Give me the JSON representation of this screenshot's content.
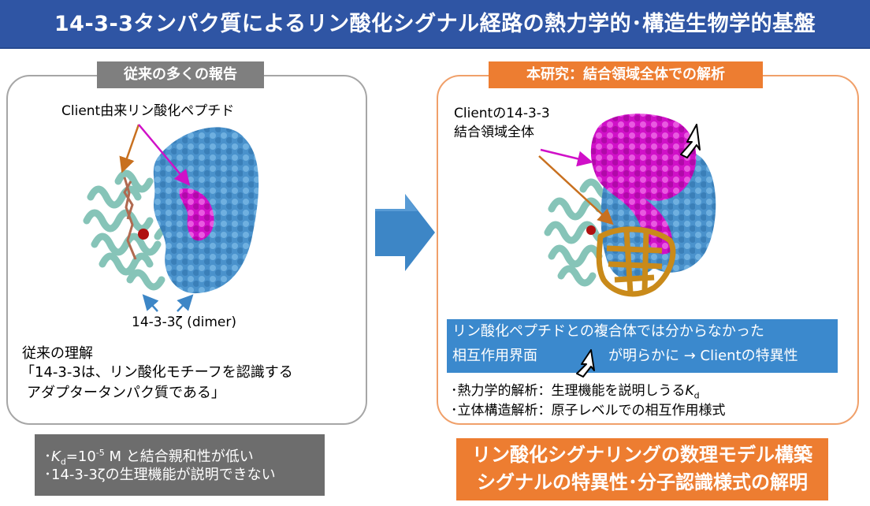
{
  "title": "14-3-3タンパク質によるリン酸化シグナル経路の熱力学的･構造生物学的基盤",
  "left_panel": {
    "tag": "従来の多くの報告",
    "peptide_label": "Client由来リン酸化ペプチド",
    "dimer_label": "14-3-3ζ (dimer)",
    "understanding_heading": "従来の理解",
    "understanding_line1": "「14-3-3は、リン酸化モチーフを認識する",
    "understanding_line2": "アダプタータンパク質である」"
  },
  "right_panel": {
    "tag": "本研究：結合領域全体での解析",
    "client_label_line1": "Clientの14-3-3",
    "client_label_line2": "結合領域全体",
    "blue_line1": "リン酸化ペプチドとの複合体では分からなかった",
    "blue_line2_a": "相互作用界面",
    "blue_line2_b": "が明らかに → Clientの特異性",
    "bullet1_prefix": "･熱力学的解析：生理機能を説明しうる",
    "bullet1_k": "K",
    "bullet1_sub": "d",
    "bullet2": "･立体構造解析：原子レベルでの相互作用様式"
  },
  "bottom_left": {
    "line1_dot": "･",
    "line1_k": "K",
    "line1_sub": "d",
    "line1_eq": "=10",
    "line1_sup": "-5",
    "line1_rest": " M と結合親和性が低い",
    "line2": "･14-3-3ζの生理機能が説明できない"
  },
  "bottom_right": {
    "line1": "リン酸化シグナリングの数理モデル構築",
    "line2": "シグナルの特異性･分子認識様式の解明"
  },
  "colors": {
    "title_bar": "#2f55a4",
    "magenta": "#d010c8",
    "protein_blue": "#4a92cc",
    "helix_teal": "#86c4b8",
    "gold": "#c98a1a",
    "orange": "#ed7d31",
    "gray": "#7f7f7f"
  }
}
